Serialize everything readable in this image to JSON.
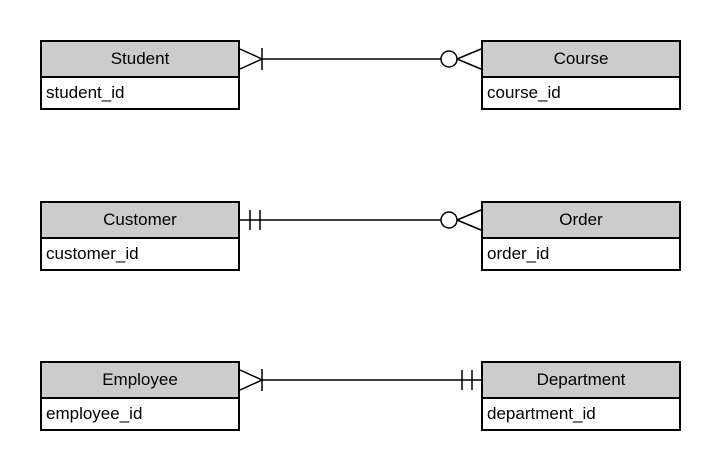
{
  "diagram": {
    "type": "entity-relationship-diagram",
    "notation": "crows-foot",
    "colors": {
      "background": "#ffffff",
      "entity_header_fill": "#cccccc",
      "entity_body_fill": "#ffffff",
      "border": "#000000",
      "line": "#000000",
      "text": "#000000"
    },
    "entities": [
      {
        "name": "Student",
        "attribute": "student_id"
      },
      {
        "name": "Course",
        "attribute": "course_id"
      },
      {
        "name": "Customer",
        "attribute": "customer_id"
      },
      {
        "name": "Order",
        "attribute": "order_id"
      },
      {
        "name": "Employee",
        "attribute": "employee_id"
      },
      {
        "name": "Department",
        "attribute": "department_id"
      }
    ],
    "relationships": [
      {
        "from": "Student",
        "from_cardinality": "one-or-many",
        "to": "Course",
        "to_cardinality": "zero-or-many"
      },
      {
        "from": "Customer",
        "from_cardinality": "exactly-one",
        "to": "Order",
        "to_cardinality": "zero-or-many"
      },
      {
        "from": "Employee",
        "from_cardinality": "one-or-many",
        "to": "Department",
        "to_cardinality": "exactly-one"
      }
    ]
  }
}
